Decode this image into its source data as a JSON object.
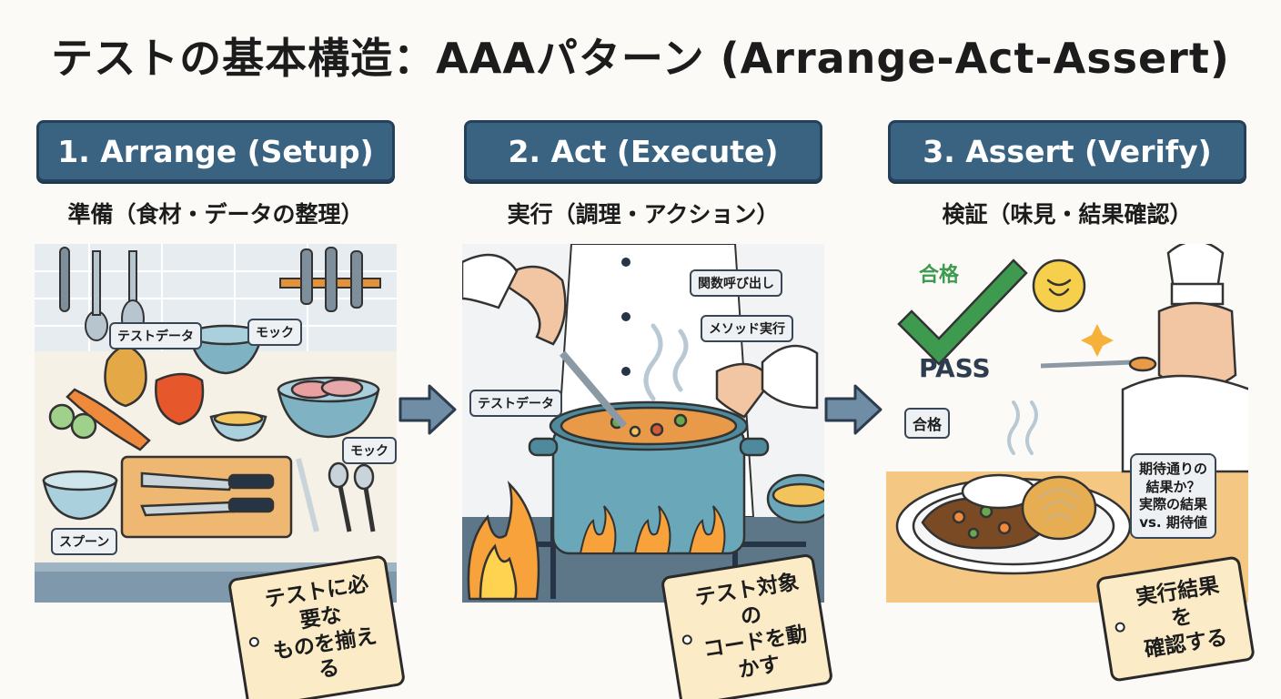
{
  "title": "テストの基本構造：AAAパターン (Arrange-Act-Assert)",
  "steps": [
    {
      "header": "1. Arrange (Setup)",
      "subtitle": "準備（食材・データの整理）",
      "labels": [
        "テストデータ",
        "モック",
        "モック",
        "スプーン"
      ],
      "tag": [
        "テストに必要な",
        "ものを揃える"
      ]
    },
    {
      "header": "2. Act (Execute)",
      "subtitle": "実行（調理・アクション）",
      "labels": [
        "関数呼び出し",
        "メソッド実行",
        "テストデータ"
      ],
      "tag": [
        "テスト対象の",
        "コードを動かす"
      ]
    },
    {
      "header": "3. Assert (Verify)",
      "subtitle": "検証（味見・結果確認）",
      "check_label": "合格",
      "pass_text": "PASS",
      "labels": [
        "合格"
      ],
      "bubble": [
        "期待通りの",
        "結果か？",
        "実際の結果",
        "vs. 期待値"
      ],
      "tag": [
        "実行結果を",
        "確認する"
      ]
    }
  ],
  "colors": {
    "header_bg": "#3a6382",
    "tag_bg": "#fbecc7",
    "check": "#3d9a4e",
    "arrow": "#6f8da4"
  }
}
